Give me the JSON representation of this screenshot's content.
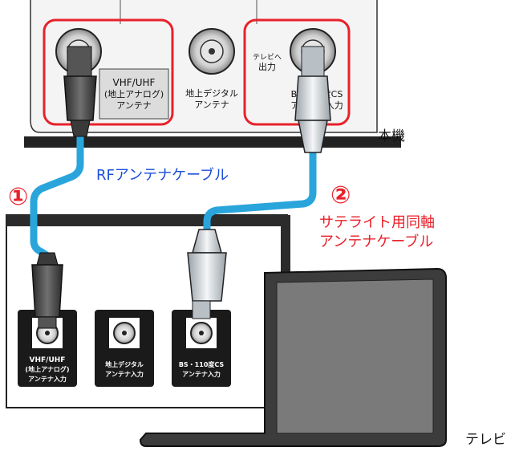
{
  "device": {
    "name": "本機",
    "ports": {
      "vhf_line1": "VHF/UHF",
      "vhf_line2": "(地上アナログ)",
      "vhf_line3": "アンテナ",
      "digital_line1": "地上デジタル",
      "digital_line2": "アンテナ",
      "tv_out_line1": "テレビへ",
      "tv_out_line2": "出力",
      "bs_line1": "BS/110度CS",
      "bs_line2": "アンテナ入力"
    }
  },
  "tv": {
    "name": "テレビ",
    "ports": {
      "vhf_line1": "VHF/UHF",
      "vhf_line2": "(地上アナログ)",
      "vhf_line3": "アンテナ入力",
      "digital_line1": "地上デジタル",
      "digital_line2": "アンテナ入力",
      "bs_line1": "BS・110度CS",
      "bs_line2": "アンテナ入力"
    }
  },
  "cables": {
    "rf_number": "①",
    "rf_label": "RFアンテナケーブル",
    "sat_number": "②",
    "sat_label_line1": "サテライト用同軸",
    "sat_label_line2": "アンテナケーブル"
  },
  "colors": {
    "cable": "#2aa5dc",
    "highlight": "#e8212a",
    "label_blue": "#1c4fd8",
    "tv_frame": "#3c3c3c",
    "tv_screen": "#7a7a7a"
  }
}
